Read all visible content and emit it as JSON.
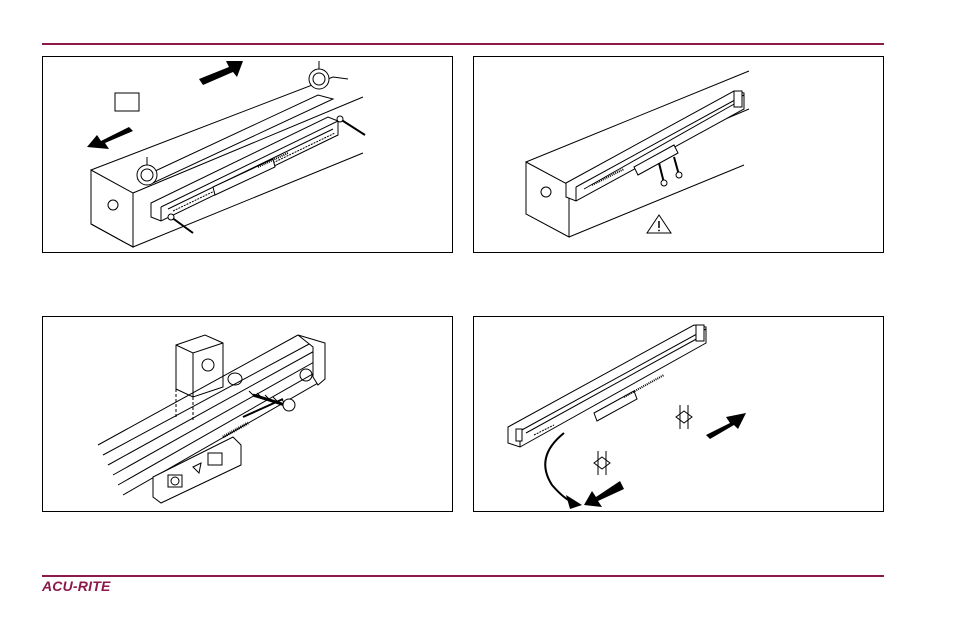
{
  "footer": {
    "brand": "ACU-RITE"
  },
  "colors": {
    "rule": "#8b1a4a",
    "brand": "#8b1a4a"
  },
  "figures": [
    {
      "name": "scale-mounted-with-dial-indicators",
      "icons": [
        "arrow-icon",
        "arrow-icon",
        "box-icon",
        "screw-icon",
        "screw-icon"
      ]
    },
    {
      "name": "scale-mounted-with-warning",
      "icons": [
        "warning-icon",
        "screw-icon",
        "screw-icon"
      ]
    },
    {
      "name": "reader-head-closeup"
    },
    {
      "name": "scale-remove-shipping-brackets",
      "icons": [
        "curved-arrow-icon",
        "arrow-icon",
        "arrow-icon",
        "bracket-icon",
        "bracket-icon"
      ]
    }
  ]
}
